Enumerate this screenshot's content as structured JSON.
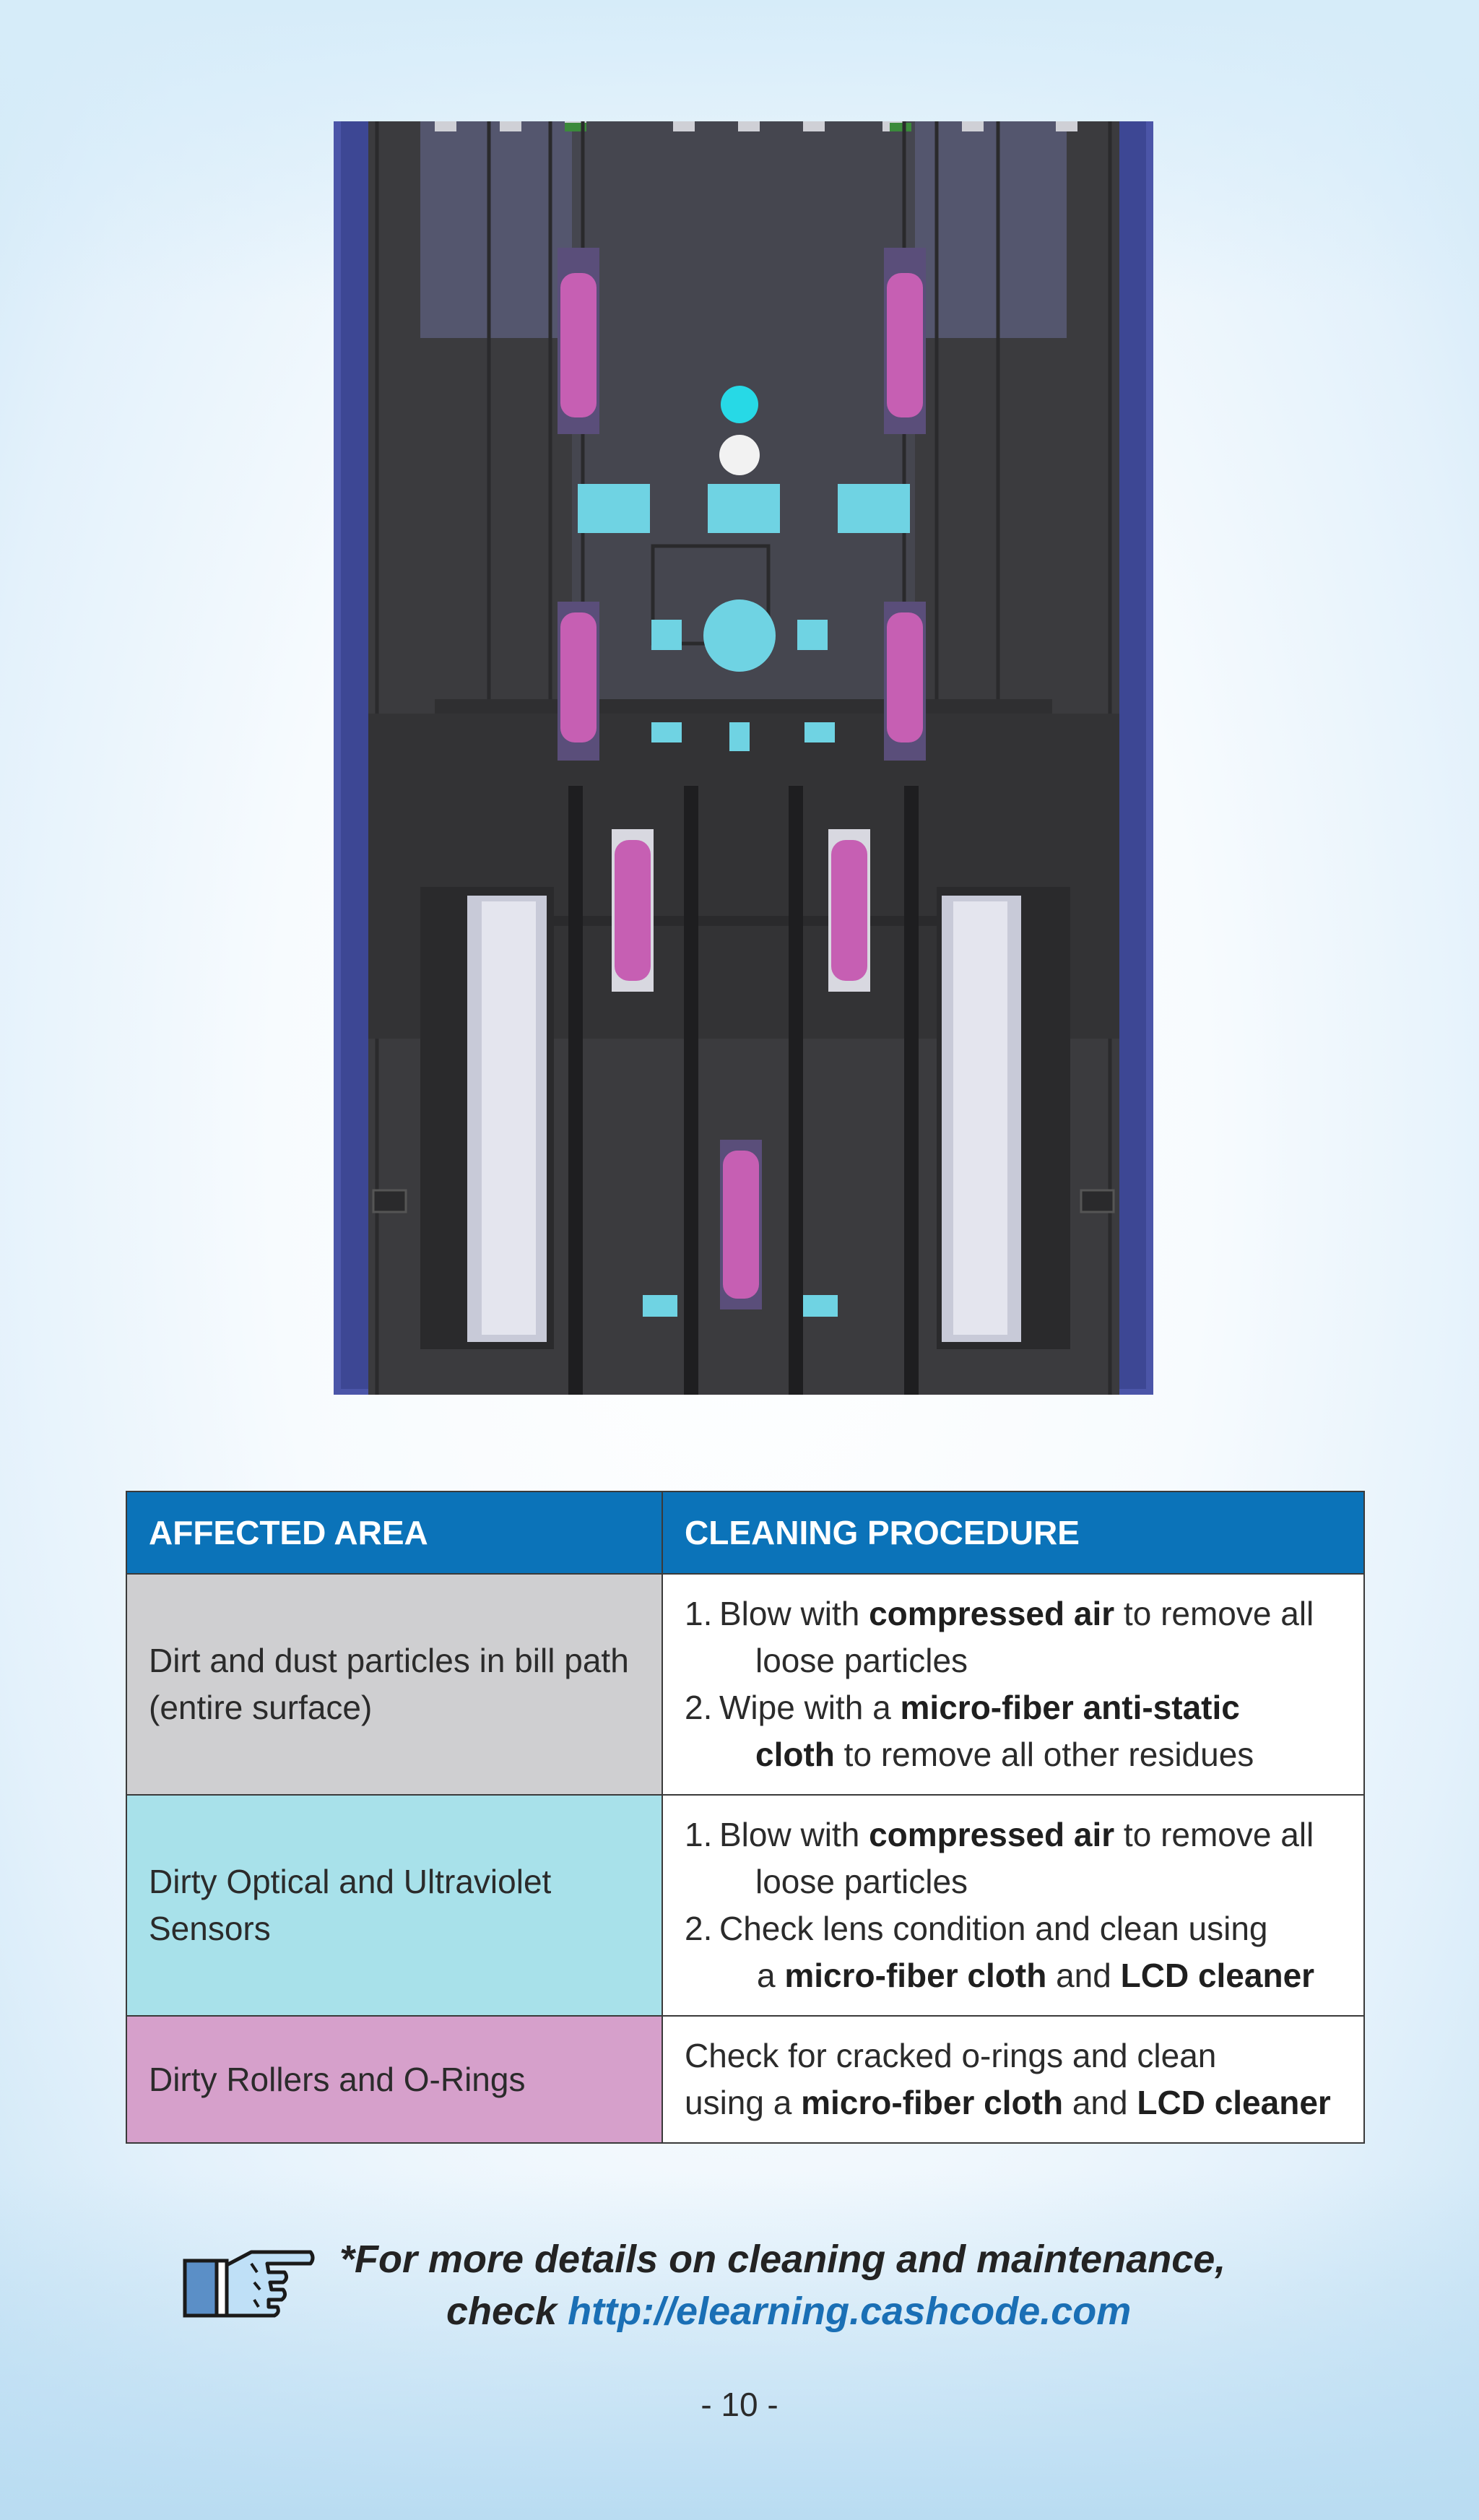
{
  "table": {
    "headers": [
      "AFFECTED AREA",
      "CLEANING PROCEDURE"
    ],
    "rows": [
      {
        "area": "Dirt and dust particles in bill path (entire surface)",
        "steps": [
          {
            "num": "1.",
            "a": "Blow with ",
            "b": "compressed air",
            "c": " to remove all",
            "d": "loose particles"
          },
          {
            "num": "2.",
            "a": "Wipe with a ",
            "b": "micro-fiber anti-static",
            "c": "",
            "d_b": "cloth",
            "d": " to remove all other residues"
          }
        ]
      },
      {
        "area": "Dirty Optical and Ultraviolet Sensors",
        "steps": [
          {
            "num": "1.",
            "a": "Blow with ",
            "b": "compressed air",
            "c": " to remove all",
            "d": "loose particles"
          },
          {
            "num": "2.",
            "a": "Check lens condition and clean using",
            "d_pre": "a ",
            "d_b": "micro-fiber cloth",
            "d_mid": " and ",
            "d_b2": "LCD cleaner"
          }
        ]
      },
      {
        "area": "Dirty Rollers and O-Rings",
        "text_line1": "Check for cracked o-rings and clean",
        "text_pre": "using a ",
        "text_b1": "micro-fiber cloth",
        "text_mid": " and ",
        "text_b2": "LCD cleaner"
      }
    ]
  },
  "note": {
    "line1": "*For more details on cleaning and maintenance,",
    "line2_pre": "check ",
    "link": "http://elearning.cashcode.com",
    "icon": "pointing-hand-icon"
  },
  "page_number": "- 10 -",
  "colors": {
    "header_blue": "#0b73b9",
    "row_gray": "#cfcfd1",
    "row_cyan": "#a8e1ea",
    "row_pink": "#d6a0cb",
    "link_blue": "#1a6fb5",
    "sensor_cyan": "#6fd3e3",
    "roller_pink": "#c65fb3",
    "body_dark": "#3b3b3e",
    "frame_blue": "#4b55a8"
  }
}
